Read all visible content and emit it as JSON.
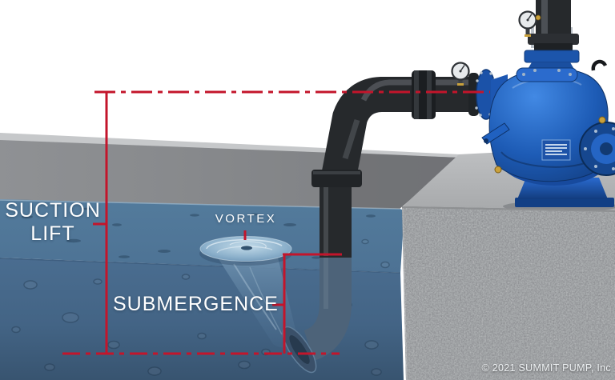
{
  "diagram": {
    "labels": {
      "suction_lift_line1": "SUCTION",
      "suction_lift_line2": "LIFT",
      "vortex": "VORTEX",
      "submergence": "SUBMERGENCE"
    },
    "copyright": "© 2021 SUMMIT PUMP, Inc",
    "colors": {
      "dimension_red": "#c3152b",
      "water_surface": "#537b9c",
      "water_body": "#4a6d90",
      "water_deep": "#385470",
      "wall_gray": "#85878a",
      "ground_gray": "#b6b8ba",
      "gravel_gray": "#55585a",
      "pipe_black": "#26292c",
      "pump_blue": "#1d5bb5",
      "pump_blue_dark": "#123c7d",
      "label_white": "#ffffff"
    }
  }
}
